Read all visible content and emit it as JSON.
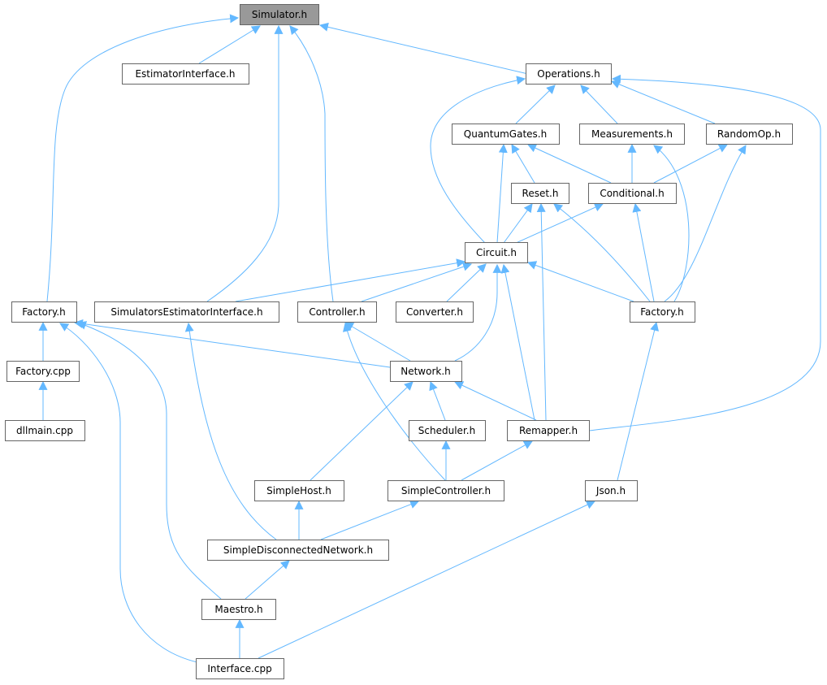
{
  "title": "Simulator.h include dependency graph",
  "colors": {
    "edge": "#63b8ff",
    "root_fill": "#999999",
    "node_border": "#666666"
  },
  "nodes": {
    "simulator": "Simulator.h",
    "estimator_interface": "EstimatorInterface.h",
    "operations": "Operations.h",
    "quantum_gates": "QuantumGates.h",
    "measurements": "Measurements.h",
    "random_op": "RandomOp.h",
    "reset": "Reset.h",
    "conditional": "Conditional.h",
    "circuit": "Circuit.h",
    "factory_left": "Factory.h",
    "simulators_estimator_interface": "SimulatorsEstimatorInterface.h",
    "controller": "Controller.h",
    "converter": "Converter.h",
    "factory_right": "Factory.h",
    "factory_cpp": "Factory.cpp",
    "network": "Network.h",
    "dllmain": "dllmain.cpp",
    "scheduler": "Scheduler.h",
    "remapper": "Remapper.h",
    "simple_host": "SimpleHost.h",
    "simple_controller": "SimpleController.h",
    "json": "Json.h",
    "simple_disconnected_network": "SimpleDisconnectedNetwork.h",
    "maestro": "Maestro.h",
    "interface_cpp": "Interface.cpp"
  },
  "edges": [
    [
      "estimator_interface",
      "simulator"
    ],
    [
      "factory_left",
      "simulator"
    ],
    [
      "simulators_estimator_interface",
      "simulator"
    ],
    [
      "controller",
      "simulator"
    ],
    [
      "operations",
      "simulator"
    ],
    [
      "quantum_gates",
      "operations"
    ],
    [
      "measurements",
      "operations"
    ],
    [
      "random_op",
      "operations"
    ],
    [
      "circuit",
      "operations"
    ],
    [
      "remapper",
      "operations"
    ],
    [
      "circuit",
      "quantum_gates"
    ],
    [
      "reset",
      "quantum_gates"
    ],
    [
      "conditional",
      "quantum_gates"
    ],
    [
      "conditional",
      "measurements"
    ],
    [
      "conditional",
      "random_op"
    ],
    [
      "factory_right",
      "random_op"
    ],
    [
      "factory_right",
      "measurements"
    ],
    [
      "circuit",
      "reset"
    ],
    [
      "remapper",
      "reset"
    ],
    [
      "factory_right",
      "reset"
    ],
    [
      "factory_right",
      "conditional"
    ],
    [
      "circuit",
      "conditional"
    ],
    [
      "simulators_estimator_interface",
      "circuit"
    ],
    [
      "controller",
      "circuit"
    ],
    [
      "converter",
      "circuit"
    ],
    [
      "network",
      "circuit"
    ],
    [
      "remapper",
      "circuit"
    ],
    [
      "factory_right",
      "circuit"
    ],
    [
      "factory_cpp",
      "factory_left"
    ],
    [
      "dllmain",
      "factory_cpp"
    ],
    [
      "network",
      "factory_left"
    ],
    [
      "maestro",
      "factory_left"
    ],
    [
      "interface_cpp",
      "factory_left"
    ],
    [
      "network",
      "controller"
    ],
    [
      "simple_controller",
      "controller"
    ],
    [
      "simple_disconnected_network",
      "simulators_estimator_interface"
    ],
    [
      "scheduler",
      "network"
    ],
    [
      "remapper",
      "network"
    ],
    [
      "simple_host",
      "network"
    ],
    [
      "simple_controller",
      "scheduler"
    ],
    [
      "simple_controller",
      "remapper"
    ],
    [
      "simple_disconnected_network",
      "simple_host"
    ],
    [
      "simple_disconnected_network",
      "simple_controller"
    ],
    [
      "maestro",
      "simple_disconnected_network"
    ],
    [
      "json",
      "factory_right"
    ],
    [
      "interface_cpp",
      "json"
    ],
    [
      "interface_cpp",
      "maestro"
    ]
  ]
}
